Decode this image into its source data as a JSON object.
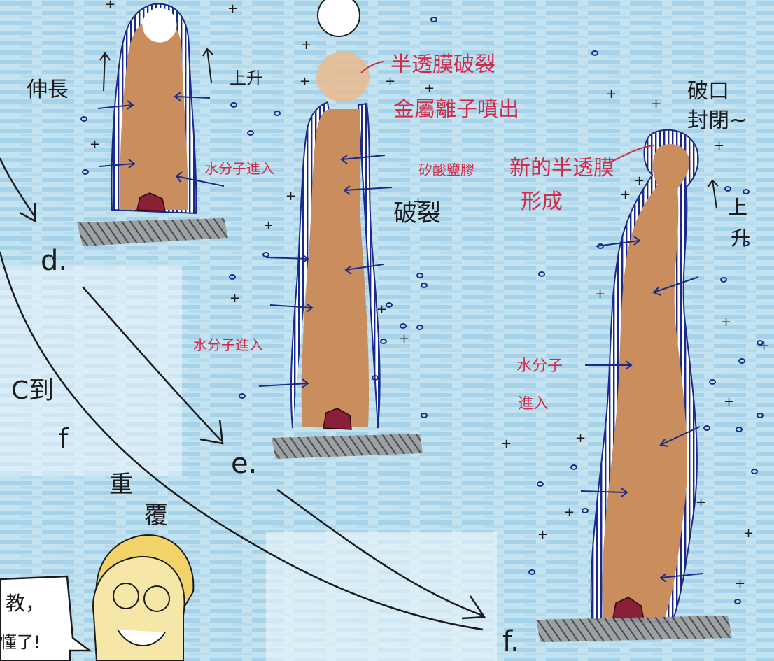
{
  "stages": {
    "d": "d.",
    "e": "e.",
    "f": "f."
  },
  "labels": {
    "elongate": "伸長",
    "rise_d": "上升",
    "rise_top": "上升",
    "water_in_d": "水分子進入",
    "membrane_rupture": "半透膜破裂",
    "metal_ions_spray": "金屬離子噴出",
    "rupture_word": "破裂",
    "colloid": "矽酸鹽膠",
    "water_in_e": "水分子進入",
    "opening_seal_1": "破口",
    "opening_seal_2": "封閉~",
    "new_membrane_1": "新的半透膜",
    "new_membrane_2": "形成",
    "rise_f_1": "上",
    "rise_f_2": "升",
    "water_in_f_1": "水分子",
    "water_in_f_2": "進入",
    "repeat_c": "C到",
    "repeat_f": "f",
    "repeat_1": "重",
    "repeat_2": "覆",
    "bubble_1": "教，",
    "bubble_2": "懂了!"
  },
  "colors": {
    "background": "#e6f0f6",
    "water_wash": "#a9d6ec",
    "tube_fill": "#c98d5e",
    "tube_fill_light": "#e3b489",
    "membrane_blue": "#1a2a8c",
    "ink": "#1b1b1b",
    "red_label": "#d42a4a",
    "crystal": "#8a1f38",
    "ground": "#8a8a8a",
    "face_skin": "#f6e7a8"
  }
}
